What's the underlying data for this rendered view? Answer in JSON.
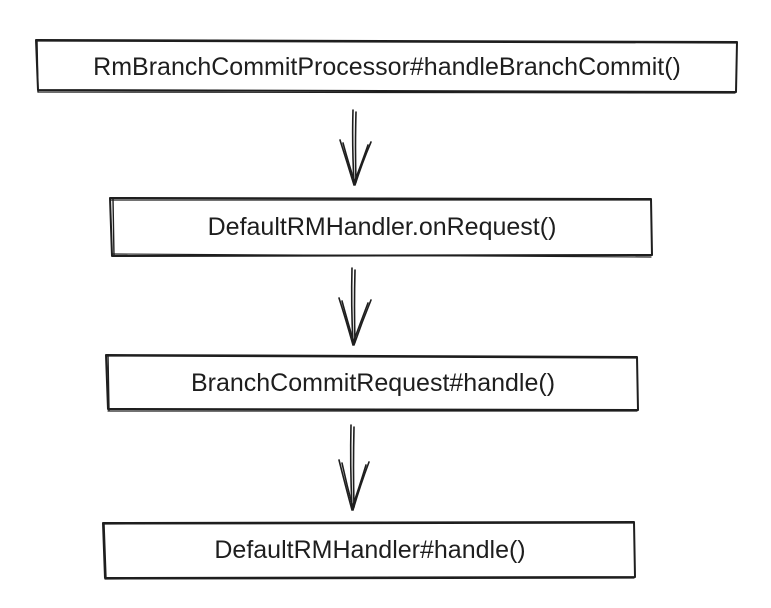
{
  "diagram": {
    "nodes": [
      {
        "id": "n1",
        "label": "RmBranchCommitProcessor#handleBranchCommit()"
      },
      {
        "id": "n2",
        "label": "DefaultRMHandler.onRequest()"
      },
      {
        "id": "n3",
        "label": "BranchCommitRequest#handle()"
      },
      {
        "id": "n4",
        "label": "DefaultRMHandler#handle()"
      }
    ],
    "edges": [
      {
        "from": "n1",
        "to": "n2"
      },
      {
        "from": "n2",
        "to": "n3"
      },
      {
        "from": "n3",
        "to": "n4"
      }
    ],
    "stroke_color": "#1e1e1e",
    "style": "hand-drawn"
  }
}
